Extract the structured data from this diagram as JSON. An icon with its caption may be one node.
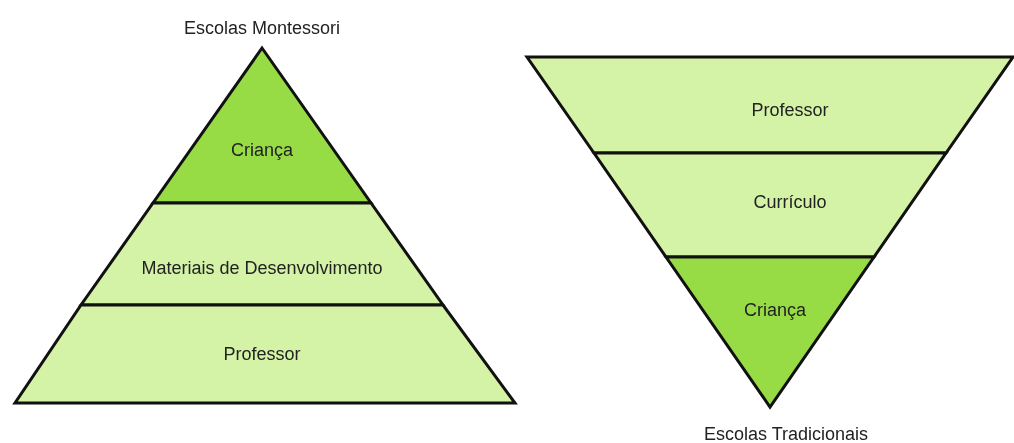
{
  "diagram": {
    "nodes": [
      {
        "text": [
          "Escolas Montessori"
        ]
      },
      {
        "text": [
          "Criança"
        ],
        "in": 0
      },
      {
        "text": [
          "Materiais de Desenvolvimento"
        ],
        "in": 0
      },
      {
        "text": [
          "Professor"
        ],
        "in": 0
      },
      {
        "text": [
          "Escolas Tradicionais"
        ]
      },
      {
        "text": [
          "Professor"
        ],
        "in": 4
      },
      {
        "text": [
          "Currículo"
        ],
        "in": 4
      },
      {
        "text": [
          "Criança"
        ],
        "in": 4
      }
    ]
  }
}
